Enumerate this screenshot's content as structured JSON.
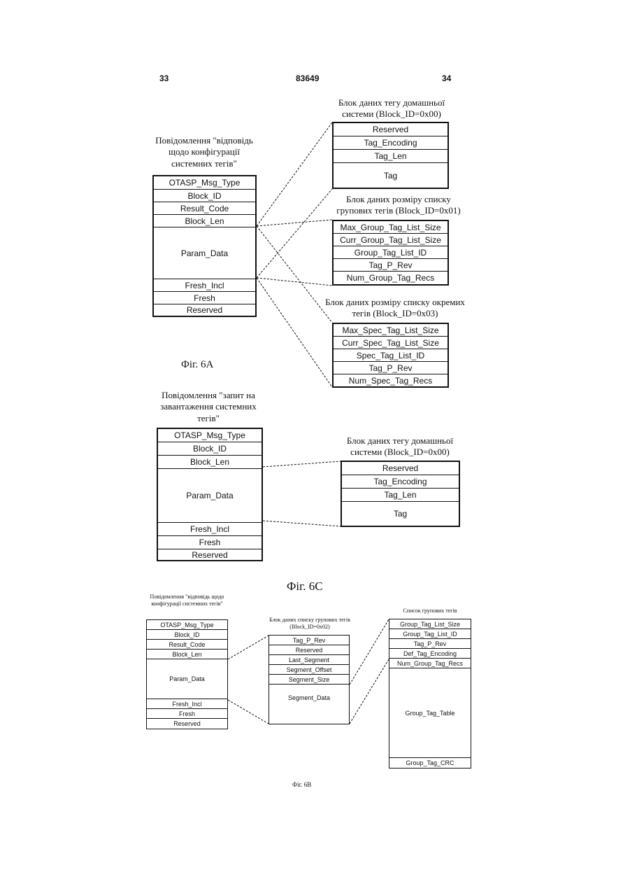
{
  "header": {
    "left_page": "33",
    "patent_no": "83649",
    "right_page": "34"
  },
  "fig6a": {
    "message_caption": "Повідомлення \"відповідь щодо конфігурації системних тегів\"",
    "message_fields": [
      "OTASP_Msg_Type",
      "Block_ID",
      "Result_Code",
      "Block_Len",
      "Param_Data",
      "Fresh_Incl",
      "Fresh",
      "Reserved"
    ],
    "home_block_caption": "Блок даних тегу домашньої системи (Block_ID=0x00)",
    "home_block_fields": [
      "Reserved",
      "Tag_Encoding",
      "Tag_Len",
      "Tag"
    ],
    "group_block_caption": "Блок даних розміру списку групових тегів (Block_ID=0x01)",
    "group_block_fields": [
      "Max_Group_Tag_List_Size",
      "Curr_Group_Tag_List_Size",
      "Group_Tag_List_ID",
      "Tag_P_Rev",
      "Num_Group_Tag_Recs"
    ],
    "spec_block_caption": "Блок даних розміру списку окремих тегів (Block_ID=0x03)",
    "spec_block_fields": [
      "Max_Spec_Tag_List_Size",
      "Curr_Spec_Tag_List_Size",
      "Spec_Tag_List_ID",
      "Tag_P_Rev",
      "Num_Spec_Tag_Recs"
    ],
    "label": "Фіг. 6А"
  },
  "fig6c": {
    "message_caption": "Повідомлення \"запит на завантаження системних тегів\"",
    "message_fields": [
      "OTASP_Msg_Type",
      "Block_ID",
      "Block_Len",
      "Param_Data",
      "Fresh_Incl",
      "Fresh",
      "Reserved"
    ],
    "home_block_caption": "Блок даних тегу домашньої системи (Block_ID=0x00)",
    "home_block_fields": [
      "Reserved",
      "Tag_Encoding",
      "Tag_Len",
      "Tag"
    ],
    "label": "Фіг. 6С"
  },
  "fig6b": {
    "message_caption": "Повідомлення \"відповідь щодо конфігурації системних тегів\"",
    "message_fields": [
      "OTASP_Msg_Type",
      "Block_ID",
      "Result_Code",
      "Block_Len",
      "Param_Data",
      "Fresh_Incl",
      "Fresh",
      "Reserved"
    ],
    "list_block_caption": "Блок даних списку групових тегів (Block_ID=0x02)",
    "list_block_fields": [
      "Tag_P_Rev",
      "Reserved",
      "Last_Segment",
      "Segment_Offset",
      "Segment_Size",
      "Segment_Data"
    ],
    "group_list_caption": "Список групових тегів",
    "group_list_fields": [
      "Group_Tag_List_Size",
      "Group_Tag_List_ID",
      "Tag_P_Rev",
      "Def_Tag_Encoding",
      "Num_Group_Tag_Recs",
      "Group_Tag_Table",
      "Group_Tag_CRC"
    ],
    "label": "Фіг. 6В"
  }
}
